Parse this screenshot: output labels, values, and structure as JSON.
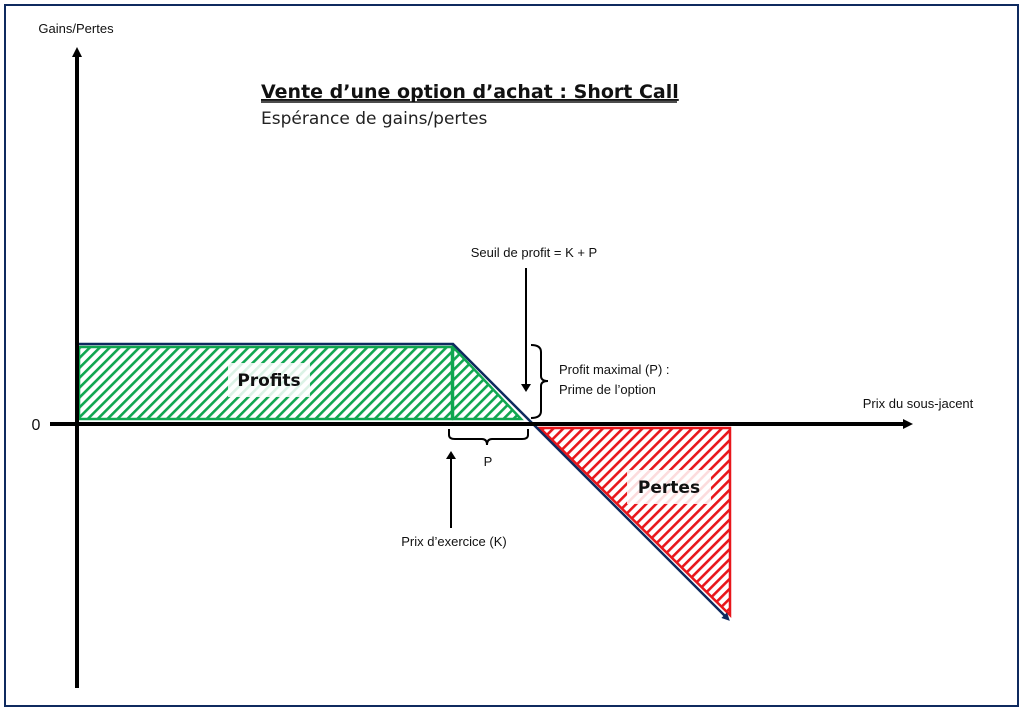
{
  "diagram": {
    "title": "Vente d’une option d’achat : Short Call",
    "subtitle": "Espérance de gains/pertes",
    "y_axis_label": "Gains/Pertes",
    "x_axis_label": "Prix du sous-jacent",
    "origin_label": "0",
    "profit_zone_label": "Profits",
    "loss_zone_label": "Pertes",
    "breakeven_label": "Seuil de profit = K + P",
    "max_profit_label_line1": "Profit maximal (P) :",
    "max_profit_label_line2": "Prime de l’option",
    "strike_label": "Prix d’exercice (K)",
    "premium_brace_label": "P",
    "colors": {
      "payoff_line": "#0f2a5f",
      "profit_hatch": "#10a650",
      "loss_hatch": "#e8161b",
      "axis": "#000000",
      "frame": "#0f2a5f"
    }
  }
}
